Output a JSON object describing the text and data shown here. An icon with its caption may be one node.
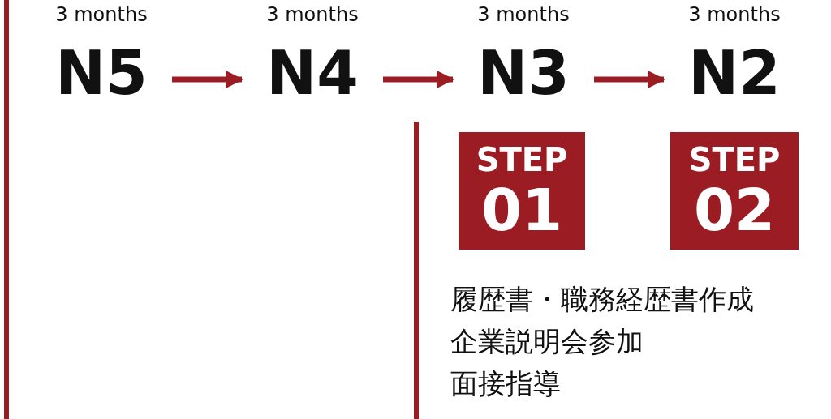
{
  "diagram": {
    "nodes": [
      {
        "text": [
          "N5"
        ],
        "beside": [
          "3 months"
        ]
      },
      {
        "text": [
          "N4"
        ],
        "beside": [
          "3 months"
        ]
      },
      {
        "text": [
          "N3"
        ],
        "beside": [
          "3 months"
        ]
      },
      {
        "text": [
          "N2"
        ],
        "beside": [
          "3 months"
        ]
      },
      {
        "text": [
          "STEP",
          "01"
        ]
      },
      {
        "text": [
          "STEP",
          "02"
        ]
      }
    ],
    "edges": [
      {
        "from": 0,
        "to": 1,
        "arrow": "to"
      },
      {
        "from": 1,
        "to": 2,
        "arrow": "to"
      },
      {
        "from": 2,
        "to": 3,
        "arrow": "to"
      }
    ],
    "labels": [
      "履歴書・職務経歴書作成",
      "企業説明会参加",
      "面接指導"
    ]
  }
}
